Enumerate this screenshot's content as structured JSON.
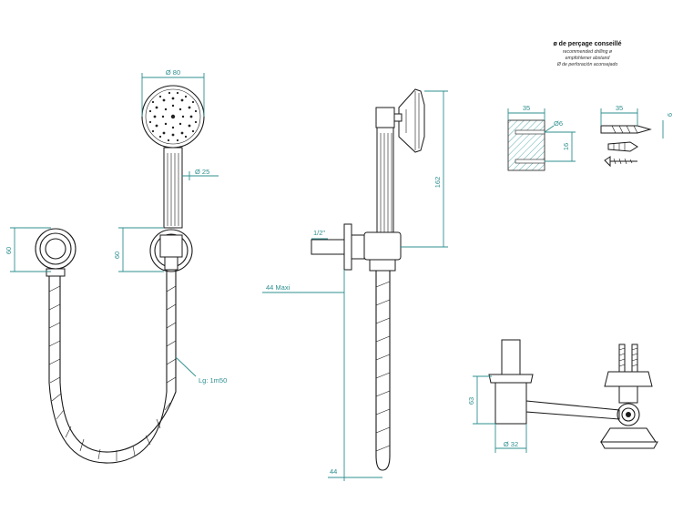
{
  "title": {
    "line1": "ø de perçage conseillé",
    "line2": "recommended drilling ø",
    "line3": "empfohlener abstand",
    "line4": "Ø de perforación aconsejado"
  },
  "dimensions": {
    "head_diameter": "Ø 80",
    "handle_diameter": "Ø 25",
    "wall_outlet_height": "60",
    "holder_height": "60",
    "hose_length": "Lg: 1m50",
    "thread": "1/2\"",
    "height_162": "162",
    "max_projection": "44 Maxi",
    "bottom_44": "44",
    "drill_width_a": "35",
    "drill_hole_a": "Ø6",
    "drill_spacing": "16",
    "drill_width_b": "35",
    "drill_hole_b": "6",
    "height_63": "63",
    "base_diameter": "Ø 32"
  },
  "colors": {
    "dimension": "#2f8f8f",
    "outline": "#1a1a1a"
  }
}
